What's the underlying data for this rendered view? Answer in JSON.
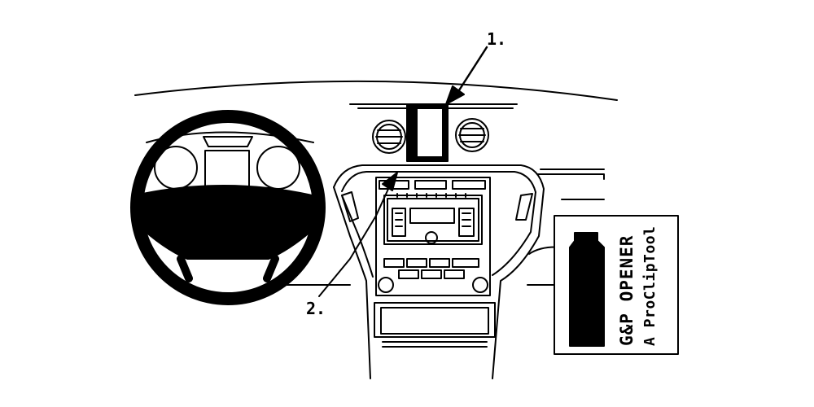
{
  "callouts": [
    {
      "number": "1."
    },
    {
      "number": "2."
    }
  ],
  "tool_box": {
    "title": "G&P OPENER",
    "subtitle": "A ProClipTool"
  },
  "colors": {
    "ink": "#000000",
    "paper": "#ffffff"
  }
}
